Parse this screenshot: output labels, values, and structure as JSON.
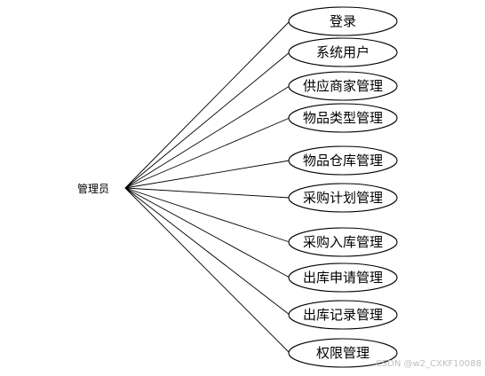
{
  "actor": {
    "label": "管理员"
  },
  "use_cases": [
    {
      "label": "登录"
    },
    {
      "label": "系统用户"
    },
    {
      "label": "供应商家管理"
    },
    {
      "label": "物品类型管理"
    },
    {
      "label": "物品仓库管理"
    },
    {
      "label": "采购计划管理"
    },
    {
      "label": "采购入库管理"
    },
    {
      "label": "出库申请管理"
    },
    {
      "label": "出库记录管理"
    },
    {
      "label": "权限管理"
    }
  ],
  "watermark": "CSDN @w2_CXKF10088"
}
